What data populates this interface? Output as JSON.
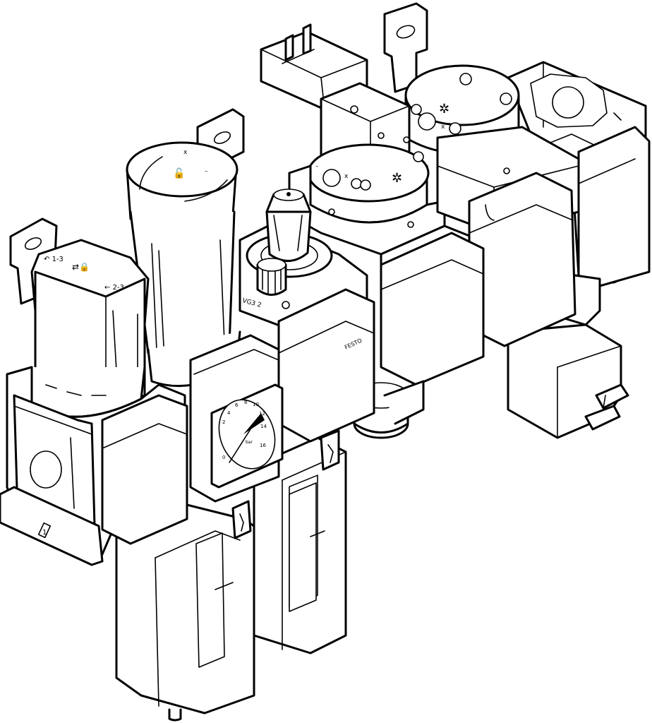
{
  "gauge": {
    "ticks": [
      "0",
      "2",
      "4",
      "6",
      "8",
      "10",
      "12",
      "14",
      "16"
    ],
    "unit": "bar"
  },
  "markings": {
    "valve_code": "VG3 2",
    "brand": "FESTO",
    "mode_label_left": "1-3",
    "mode_label_right": "2-3",
    "port_number": "1"
  }
}
